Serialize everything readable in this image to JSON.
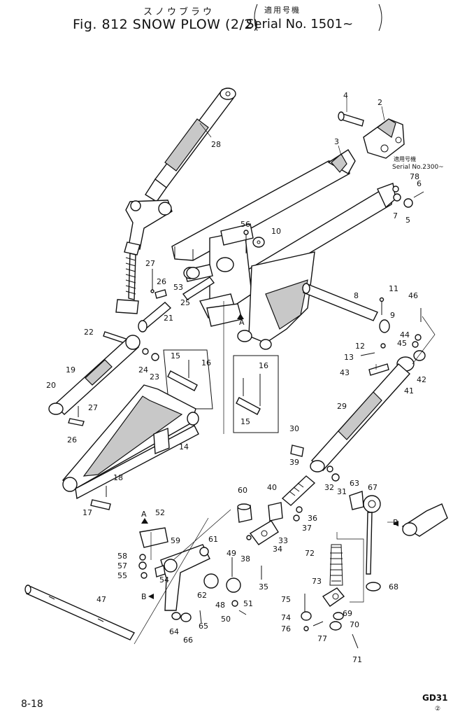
{
  "header": {
    "figure_title": "Fig. 812  SNOW PLOW (2/2)",
    "figure_title_kana": "スノウブラウ",
    "serial_note": "Serial No. 1501~",
    "serial_note_kana": "適用号機"
  },
  "callout": {
    "kana": "適用号機",
    "serial": "Serial No.2300~"
  },
  "footer": {
    "page_number": "8-18",
    "model_code": "GD31",
    "sheet_mark": "②"
  },
  "parts": [
    {
      "id": "p28",
      "label": "28"
    },
    {
      "id": "p4",
      "label": "4"
    },
    {
      "id": "p2",
      "label": "2"
    },
    {
      "id": "p3",
      "label": "3"
    },
    {
      "id": "p78",
      "label": "78"
    },
    {
      "id": "p6",
      "label": "6"
    },
    {
      "id": "p7",
      "label": "7"
    },
    {
      "id": "p5",
      "label": "5"
    },
    {
      "id": "p56",
      "label": "56"
    },
    {
      "id": "p10",
      "label": "10"
    },
    {
      "id": "p27a",
      "label": "27"
    },
    {
      "id": "p26a",
      "label": "26"
    },
    {
      "id": "p53",
      "label": "53"
    },
    {
      "id": "p25",
      "label": "25"
    },
    {
      "id": "p11",
      "label": "11"
    },
    {
      "id": "p8",
      "label": "8"
    },
    {
      "id": "p46",
      "label": "46"
    },
    {
      "id": "p9",
      "label": "9"
    },
    {
      "id": "pA1",
      "label": "A"
    },
    {
      "id": "p21",
      "label": "21"
    },
    {
      "id": "p22",
      "label": "22"
    },
    {
      "id": "p44",
      "label": "44"
    },
    {
      "id": "p45",
      "label": "45"
    },
    {
      "id": "p12",
      "label": "12"
    },
    {
      "id": "p13",
      "label": "13"
    },
    {
      "id": "p15a",
      "label": "15"
    },
    {
      "id": "p16a",
      "label": "16"
    },
    {
      "id": "p24",
      "label": "24"
    },
    {
      "id": "p23",
      "label": "23"
    },
    {
      "id": "p43",
      "label": "43"
    },
    {
      "id": "p42",
      "label": "42"
    },
    {
      "id": "p41",
      "label": "41"
    },
    {
      "id": "p16b",
      "label": "16"
    },
    {
      "id": "p19",
      "label": "19"
    },
    {
      "id": "p20",
      "label": "20"
    },
    {
      "id": "p27b",
      "label": "27"
    },
    {
      "id": "p15b",
      "label": "15"
    },
    {
      "id": "p29",
      "label": "29"
    },
    {
      "id": "p26b",
      "label": "26"
    },
    {
      "id": "p14",
      "label": "14"
    },
    {
      "id": "p30",
      "label": "30"
    },
    {
      "id": "p39",
      "label": "39"
    },
    {
      "id": "p32",
      "label": "32"
    },
    {
      "id": "p31",
      "label": "31"
    },
    {
      "id": "p18",
      "label": "18"
    },
    {
      "id": "p63",
      "label": "63"
    },
    {
      "id": "p67",
      "label": "67"
    },
    {
      "id": "p17",
      "label": "17"
    },
    {
      "id": "p60",
      "label": "60"
    },
    {
      "id": "p40",
      "label": "40"
    },
    {
      "id": "p36",
      "label": "36"
    },
    {
      "id": "p37",
      "label": "37"
    },
    {
      "id": "pA2",
      "label": "A"
    },
    {
      "id": "p52",
      "label": "52"
    },
    {
      "id": "p61",
      "label": "61"
    },
    {
      "id": "p59",
      "label": "59"
    },
    {
      "id": "p33",
      "label": "33"
    },
    {
      "id": "p34",
      "label": "34"
    },
    {
      "id": "p58",
      "label": "58"
    },
    {
      "id": "p38",
      "label": "38"
    },
    {
      "id": "p49",
      "label": "49"
    },
    {
      "id": "p72",
      "label": "72"
    },
    {
      "id": "p57",
      "label": "57"
    },
    {
      "id": "p55",
      "label": "55"
    },
    {
      "id": "p54",
      "label": "54"
    },
    {
      "id": "p35",
      "label": "35"
    },
    {
      "id": "p68",
      "label": "68"
    },
    {
      "id": "p73",
      "label": "73"
    },
    {
      "id": "pB1",
      "label": "B"
    },
    {
      "id": "p62",
      "label": "62"
    },
    {
      "id": "p47",
      "label": "47"
    },
    {
      "id": "p48",
      "label": "48"
    },
    {
      "id": "p51",
      "label": "51"
    },
    {
      "id": "p75",
      "label": "75"
    },
    {
      "id": "p50",
      "label": "50"
    },
    {
      "id": "p69",
      "label": "69"
    },
    {
      "id": "p74",
      "label": "74"
    },
    {
      "id": "p70",
      "label": "70"
    },
    {
      "id": "p64",
      "label": "64"
    },
    {
      "id": "p65",
      "label": "65"
    },
    {
      "id": "p66",
      "label": "66"
    },
    {
      "id": "p76",
      "label": "76"
    },
    {
      "id": "p77",
      "label": "77"
    },
    {
      "id": "p71",
      "label": "71"
    },
    {
      "id": "pB2",
      "label": "B"
    }
  ]
}
